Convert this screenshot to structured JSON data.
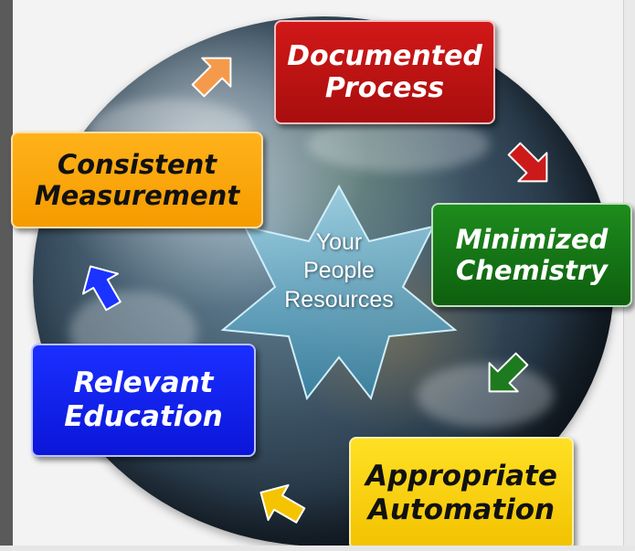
{
  "diagram": {
    "center": {
      "lines": [
        "Your",
        "People",
        "Resources"
      ],
      "icon": "star-icon"
    },
    "boxes": [
      {
        "id": "documented",
        "lines": [
          "Documented",
          "Process"
        ],
        "color": "#c81414"
      },
      {
        "id": "minimized",
        "lines": [
          "Minimized",
          "Chemistry"
        ],
        "color": "#167a16"
      },
      {
        "id": "appropriate",
        "lines": [
          "Appropriate",
          "Automation"
        ],
        "color": "#ffd400"
      },
      {
        "id": "relevant",
        "lines": [
          "Relevant",
          "Education"
        ],
        "color": "#1222f0"
      },
      {
        "id": "consistent",
        "lines": [
          "Consistent",
          "Measurement"
        ],
        "color": "#f7a30a"
      }
    ],
    "arrows": [
      {
        "from": "Consistent Measurement",
        "to": "Documented Process",
        "color": "#f59a4a",
        "icon": "arrow-icon"
      },
      {
        "from": "Documented Process",
        "to": "Minimized Chemistry",
        "color": "#cc1a1a",
        "icon": "arrow-icon"
      },
      {
        "from": "Minimized Chemistry",
        "to": "Appropriate Automation",
        "color": "#1e7a1e",
        "icon": "arrow-icon"
      },
      {
        "from": "Appropriate Automation",
        "to": "Relevant Education",
        "color": "#f5c400",
        "icon": "arrow-icon"
      },
      {
        "from": "Relevant Education",
        "to": "Consistent Measurement",
        "color": "#1a33ff",
        "icon": "arrow-icon"
      }
    ],
    "background": "globe-image"
  }
}
